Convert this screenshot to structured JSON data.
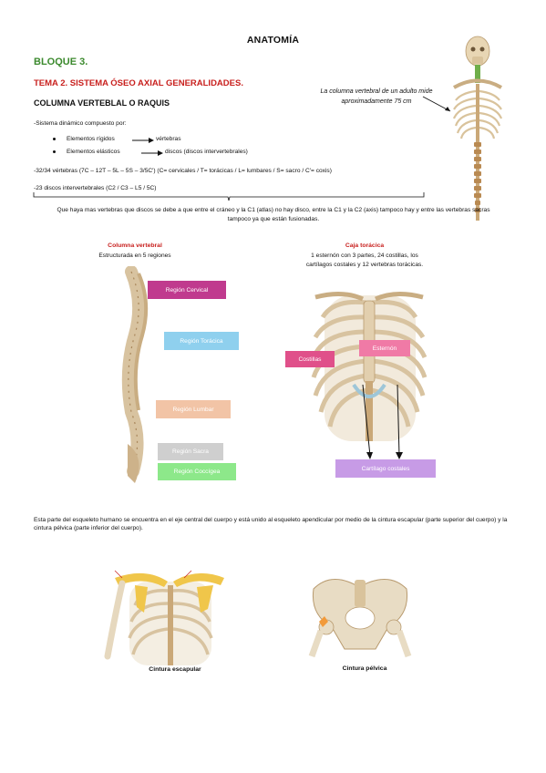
{
  "header": {
    "title": "ANATOMÍA"
  },
  "bloque": "BLOQUE 3.",
  "tema": "TEMA 2. SISTEMA ÓSEO AXIAL GENERALIDADES.",
  "subtitulo": "COLUMNA VERTEBLAL O RAQUIS",
  "nota_columna": "La columna vertebral de un adulto mide aproximadamente 75 cm",
  "intro": "-Sistema dinámico compuesto por:",
  "elementos": [
    {
      "label": "Elementos rígidos",
      "valor": "vértebras"
    },
    {
      "label": "Elementos elásticos",
      "valor": "discos (discos intervertebrales)"
    }
  ],
  "vertebras_linea": "-32/34 vértebras (7C – 12T – 5L – 5S – 3/5C') (C= cervicales / T= torácicas / L= lumbares / S= sacro / C'= coxis)",
  "discos_linea": "-23 discos intervertebrales (C2 / C3 – L5 / 5C)",
  "explicacion": "Que haya mas vertebras que discos se debe a que entre el cráneo y la C1 (atlas) no hay disco, entre la C1 y la C2 (axis) tampoco hay y entre las vertebras sacras tampoco ya que están fusionadas.",
  "columna_vertebral": {
    "titulo": "Columna vertebral",
    "subtitulo": "Estructurada en 5 regiones",
    "regiones": [
      {
        "label": "Región Cervical",
        "color": "#c03a8e"
      },
      {
        "label": "Región Torácica",
        "color": "#8fd0ee"
      },
      {
        "label": "Región Lumbar",
        "color": "#f2c4a6"
      },
      {
        "label": "Región Sacra",
        "color": "#cfcfcf"
      },
      {
        "label": "Región Coccígea",
        "color": "#8de88a"
      }
    ]
  },
  "caja_toracica": {
    "titulo": "Caja torácica",
    "subtitulo": "1 esternón con 3 partes, 24 costillas, los cartílagos costales y 12 vertebras torácicas.",
    "labels": [
      {
        "label": "Esternón",
        "color": "#f07aa6"
      },
      {
        "label": "Costillas",
        "color": "#e0508a"
      },
      {
        "label": "Cartílago costales",
        "color": "#c79be6"
      }
    ]
  },
  "parrafo_axial": "Esta parte del esqueleto humano se encuentra en el eje central del cuerpo y está unido al esqueleto apendicular por medio de la cintura escapular (parte superior del cuerpo) y la cintura pélvica (parte inferior del cuerpo).",
  "cintura_escapular": "Cintura escapular",
  "cintura_pelvica": "Cintura pélvica"
}
